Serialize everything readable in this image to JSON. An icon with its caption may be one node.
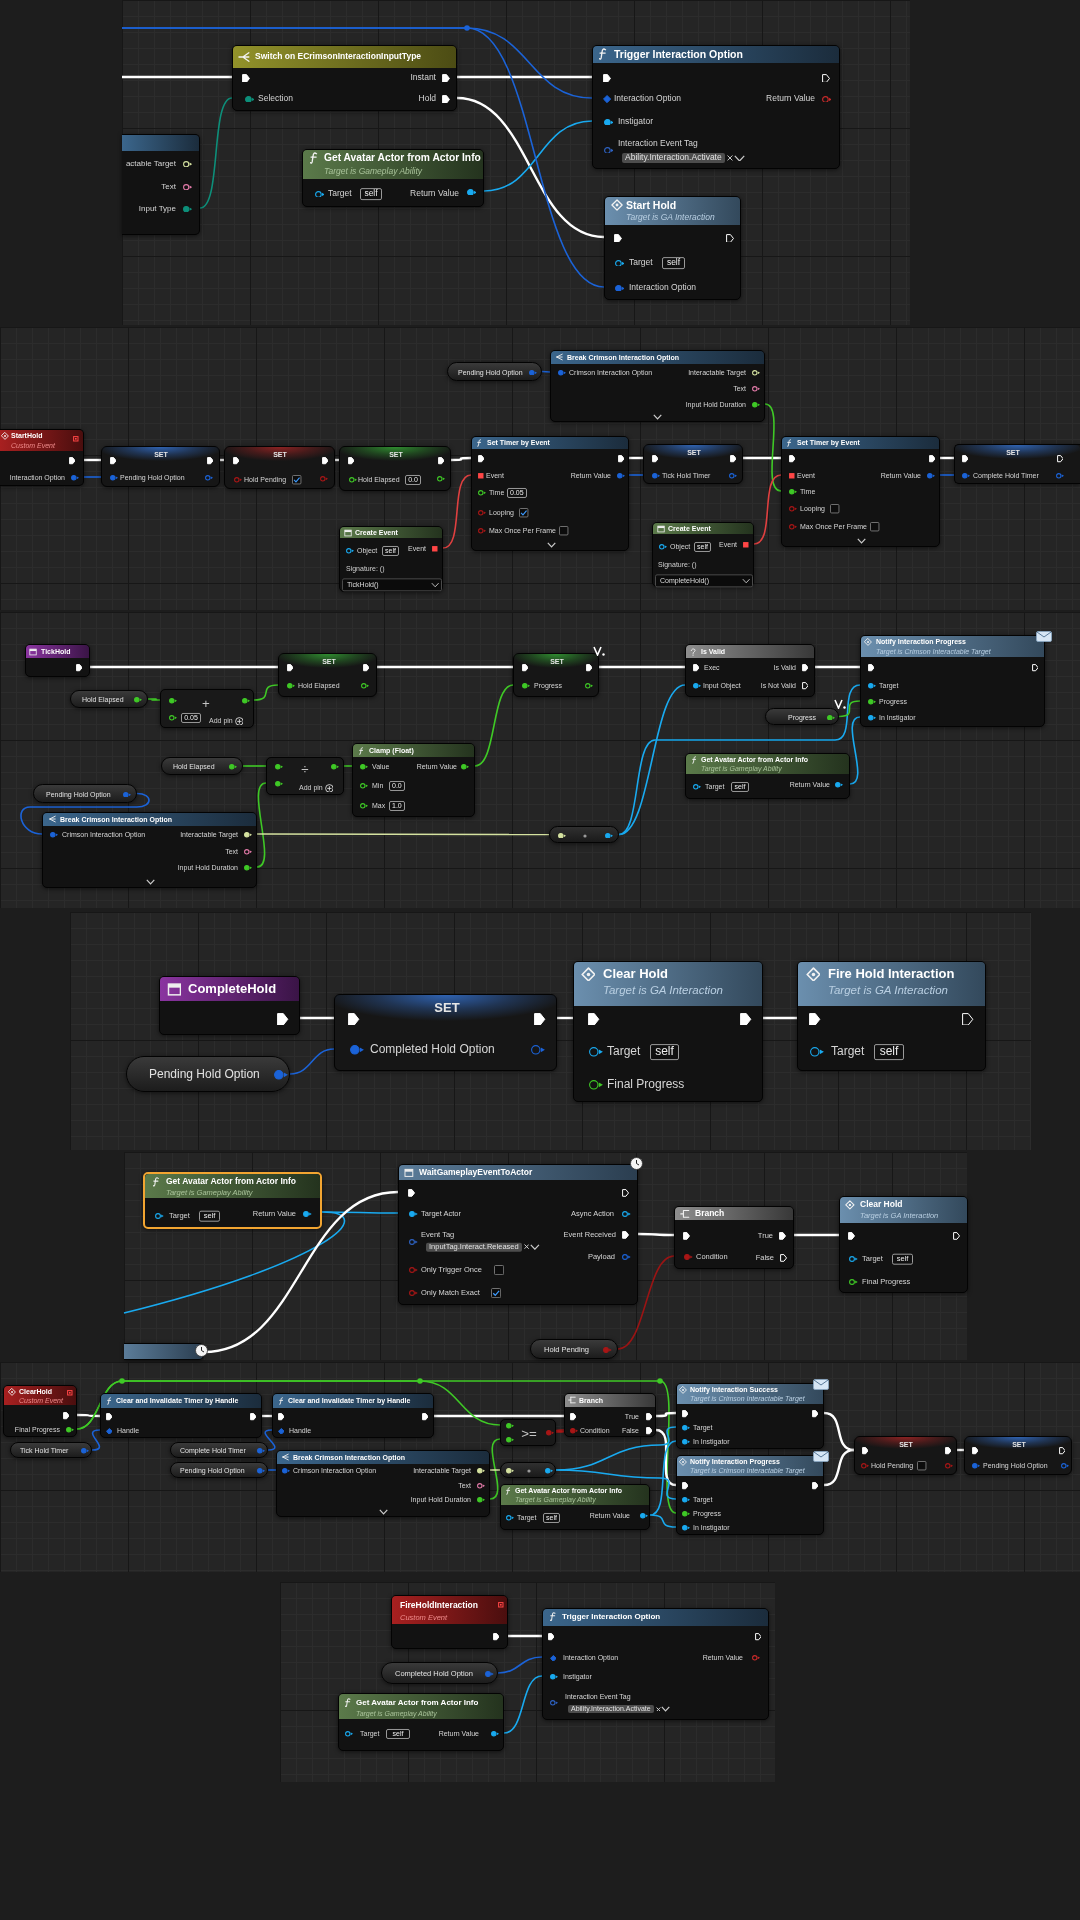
{
  "diagram": {
    "nodes": [
      {
        "text": [
          "Switch on ECrimsonInteractionInputType",
          "Selection",
          "Instant",
          "Hold"
        ]
      },
      {
        "text": [
          "Trigger Interaction Option",
          "Interaction Option",
          "Return Value",
          "Instigator",
          "Interaction Event Tag",
          "Ability.Interaction.Activate"
        ]
      },
      {
        "text": [
          "actable Target",
          "Text",
          "Input Type"
        ]
      },
      {
        "text": [
          "Get Avatar Actor from Actor Info",
          "Target is Gameplay Ability",
          "Target",
          "self",
          "Return Value"
        ]
      },
      {
        "text": [
          "Start Hold",
          "Target is GA Interaction",
          "Target",
          "self",
          "Interaction Option"
        ]
      },
      {
        "text": [
          "Pending Hold Option"
        ]
      },
      {
        "text": [
          "Break Crimson Interaction Option",
          "Crimson Interaction Option",
          "Interactable Target",
          "Text",
          "Input Hold Duration"
        ]
      },
      {
        "text": [
          "StartHold",
          "Custom Event",
          "Interaction Option"
        ]
      },
      {
        "text": [
          "SET",
          "Pending Hold Option"
        ]
      },
      {
        "text": [
          "SET",
          "Hold Pending"
        ]
      },
      {
        "text": [
          "SET",
          "Hold Elapsed",
          "0.0"
        ]
      },
      {
        "text": [
          "Set Timer by Event",
          "Event",
          "Return Value",
          "Time",
          "0.05",
          "Looping",
          "Max Once Per Frame"
        ]
      },
      {
        "text": [
          "SET",
          "Tick Hold Timer"
        ]
      },
      {
        "text": [
          "Set Timer by Event",
          "Event",
          "Return Value",
          "Time",
          "Looping",
          "Max Once Per Frame"
        ]
      },
      {
        "text": [
          "SET",
          "Complete Hold Timer"
        ]
      },
      {
        "text": [
          "Create Event",
          "Object",
          "self",
          "Event",
          "Signature: ()",
          "TickHold()"
        ]
      },
      {
        "text": [
          "Create Event",
          "Object",
          "self",
          "Event",
          "Signature: ()",
          "CompleteHold()"
        ]
      },
      {
        "text": [
          "TickHold"
        ]
      },
      {
        "text": [
          "SET",
          "Hold Elapsed"
        ]
      },
      {
        "text": [
          "SET",
          "Progress"
        ]
      },
      {
        "text": [
          "Is Valid",
          "Exec",
          "Is Valid",
          "Input Object",
          "Is Not Valid"
        ]
      },
      {
        "text": [
          "Notify Interaction Progress",
          "Target is Crimson Interactable Target",
          "Target",
          "Progress",
          "In Instigator"
        ]
      },
      {
        "text": [
          "Hold Elapsed"
        ]
      },
      {
        "text": [
          "+",
          "0.05",
          "Add pin"
        ]
      },
      {
        "text": [
          "Progress"
        ]
      },
      {
        "text": [
          "Hold Elapsed"
        ]
      },
      {
        "text": [
          "÷",
          "Add pin"
        ]
      },
      {
        "text": [
          "Clamp (Float)",
          "Value",
          "Return Value",
          "Min",
          "0.0",
          "Max",
          "1.0"
        ]
      },
      {
        "text": [
          "Get Avatar Actor from Actor Info",
          "Target is Gameplay Ability",
          "Target",
          "self",
          "Return Value"
        ]
      },
      {
        "text": [
          "Pending Hold Option"
        ]
      },
      {
        "text": [
          "Break Crimson Interaction Option",
          "Crimson Interaction Option",
          "Interactable Target",
          "Text",
          "Input Hold Duration"
        ]
      },
      {
        "text": [],
        "shape": "box"
      },
      {
        "text": [
          "CompleteHold"
        ]
      },
      {
        "text": [
          "SET",
          "Completed Hold Option"
        ]
      },
      {
        "text": [
          "Pending Hold Option"
        ]
      },
      {
        "text": [
          "Clear Hold",
          "Target is GA Interaction",
          "Target",
          "self",
          "Final Progress"
        ]
      },
      {
        "text": [
          "Fire Hold Interaction",
          "Target is GA Interaction",
          "Target",
          "self"
        ]
      },
      {
        "text": [
          "Get Avatar Actor from Actor Info",
          "Target is Gameplay Ability",
          "Target",
          "self",
          "Return Value"
        ]
      },
      {
        "text": [
          "WaitGameplayEventToActor",
          "Target Actor",
          "Async Action",
          "Event Tag",
          "InputTag.Interact.Released",
          "Event Received",
          "Payload",
          "Only Trigger Once",
          "Only Match Exact"
        ]
      },
      {
        "text": [
          "Branch",
          "Condition",
          "True",
          "False"
        ]
      },
      {
        "text": [
          "Clear Hold",
          "Target is GA Interaction",
          "Target",
          "self",
          "Final Progress"
        ]
      },
      {
        "text": [],
        "shape": "box"
      },
      {
        "text": [
          "Hold Pending"
        ]
      },
      {
        "text": [
          "ClearHold",
          "Custom Event",
          "Final Progress"
        ]
      },
      {
        "text": [
          "Clear and Invalidate Timer by Handle",
          "Handle"
        ]
      },
      {
        "text": [
          "Clear and Invalidate Timer by Handle",
          "Handle"
        ]
      },
      {
        "text": [
          "Branch",
          "Condition",
          "True",
          "False"
        ]
      },
      {
        "text": [
          "Notify Interaction Success",
          "Target is Crimson Interactable Target",
          "Target",
          "In Instigator"
        ]
      },
      {
        "text": [
          "Tick Hold Timer"
        ]
      },
      {
        "text": [
          "Complete Hold Timer"
        ]
      },
      {
        "text": [
          ">="
        ]
      },
      {
        "text": [
          "Pending Hold Option"
        ]
      },
      {
        "text": [
          "Break Crimson Interaction Option",
          "Crimson Interaction Option",
          "Interactable Target",
          "Text",
          "Input Hold Duration"
        ]
      },
      {
        "text": [],
        "shape": "box"
      },
      {
        "text": [
          "Notify Interaction Progress",
          "Target is Crimson Interactable Target",
          "Target",
          "Progress",
          "In Instigator"
        ]
      },
      {
        "text": [
          "Get Avatar Actor from Actor Info",
          "Target is Gameplay Ability",
          "Target",
          "self",
          "Return Value"
        ]
      },
      {
        "text": [
          "SET",
          "Hold Pending"
        ]
      },
      {
        "text": [
          "SET",
          "Pending Hold Option"
        ]
      },
      {
        "text": [
          "FireHoldInteraction",
          "Custom Event"
        ]
      },
      {
        "text": [
          "Trigger Interaction Option",
          "Interaction Option",
          "Return Value",
          "Instigator",
          "Interaction Event Tag",
          "Ability.Interaction.Activate"
        ]
      },
      {
        "text": [
          "Completed Hold Option"
        ]
      },
      {
        "text": [
          "Get Avatar Actor from Actor Info",
          "Target is Gameplay Ability",
          "Target",
          "self",
          "Return Value"
        ]
      }
    ],
    "edges": [
      {
        "from": null,
        "to": 0,
        "arrow": "none"
      },
      {
        "from": 0,
        "to": 1,
        "arrow": "none"
      },
      {
        "from": 0,
        "to": 4,
        "arrow": "none"
      },
      {
        "from": 2,
        "to": 0,
        "arrow": "none",
        "color": "#0d8f7a"
      },
      {
        "from": 3,
        "to": 1,
        "arrow": "none",
        "color": "#19aaf0"
      },
      {
        "from": null,
        "to": 1,
        "arrow": "none",
        "color": "#1b63d8"
      },
      {
        "from": null,
        "to": 4,
        "arrow": "none",
        "color": "#1b63d8"
      },
      {
        "from": 5,
        "to": 6,
        "arrow": "none",
        "color": "#1b63d8"
      },
      {
        "from": 7,
        "to": 8,
        "arrow": "none"
      },
      {
        "from": 7,
        "to": 8,
        "arrow": "none",
        "color": "#1b63d8"
      },
      {
        "from": 8,
        "to": 9,
        "arrow": "none"
      },
      {
        "from": 9,
        "to": 10,
        "arrow": "none"
      },
      {
        "from": 10,
        "to": 11,
        "arrow": "none"
      },
      {
        "from": 15,
        "to": 11,
        "arrow": "none",
        "color": "#e04040"
      },
      {
        "from": 11,
        "to": 12,
        "arrow": "none"
      },
      {
        "from": 11,
        "to": 12,
        "arrow": "none",
        "color": "#1b63d8"
      },
      {
        "from": 12,
        "to": 13,
        "arrow": "none"
      },
      {
        "from": 6,
        "to": 13,
        "arrow": "none",
        "color": "#3fc926"
      },
      {
        "from": 16,
        "to": 13,
        "arrow": "none",
        "color": "#e04040"
      },
      {
        "from": 13,
        "to": 14,
        "arrow": "none"
      },
      {
        "from": 13,
        "to": 14,
        "arrow": "none",
        "color": "#1b63d8"
      },
      {
        "from": 17,
        "to": 18,
        "arrow": "none"
      },
      {
        "from": 18,
        "to": 19,
        "arrow": "none"
      },
      {
        "from": 19,
        "to": 20,
        "arrow": "none"
      },
      {
        "from": 20,
        "to": 21,
        "arrow": "none"
      },
      {
        "from": 22,
        "to": 23,
        "arrow": "none",
        "color": "#3fc926"
      },
      {
        "from": 23,
        "to": 18,
        "arrow": "none",
        "color": "#3fc926"
      },
      {
        "from": 25,
        "to": 26,
        "arrow": "none",
        "color": "#3fc926"
      },
      {
        "from": 30,
        "to": 26,
        "arrow": "none",
        "color": "#3fc926"
      },
      {
        "from": 26,
        "to": 27,
        "arrow": "none",
        "color": "#3fc926"
      },
      {
        "from": 27,
        "to": 19,
        "arrow": "none",
        "color": "#3fc926"
      },
      {
        "from": 29,
        "to": 30,
        "arrow": "none",
        "color": "#1b63d8"
      },
      {
        "from": 30,
        "to": 31,
        "arrow": "none",
        "color": "#d5e2a0"
      },
      {
        "from": 31,
        "to": 20,
        "arrow": "none",
        "color": "#19aaf0"
      },
      {
        "from": 31,
        "to": 21,
        "arrow": "none",
        "color": "#19aaf0"
      },
      {
        "from": 24,
        "to": 21,
        "arrow": "none",
        "color": "#3fc926"
      },
      {
        "from": 28,
        "to": 21,
        "arrow": "none",
        "color": "#19aaf0"
      },
      {
        "from": 32,
        "to": 33,
        "arrow": "none"
      },
      {
        "from": 34,
        "to": 33,
        "arrow": "none",
        "color": "#1b63d8"
      },
      {
        "from": 33,
        "to": 35,
        "arrow": "none"
      },
      {
        "from": 35,
        "to": 36,
        "arrow": "none"
      },
      {
        "from": 37,
        "to": 38,
        "arrow": "none",
        "color": "#19aaf0"
      },
      {
        "from": 37,
        "to": null,
        "arrow": "none",
        "color": "#19aaf0"
      },
      {
        "from": 41,
        "to": 38,
        "arrow": "none"
      },
      {
        "from": 38,
        "to": 39,
        "arrow": "none"
      },
      {
        "from": 39,
        "to": 40,
        "arrow": "none"
      },
      {
        "from": 42,
        "to": 39,
        "arrow": "none",
        "color": "#9a1414"
      },
      {
        "from": 43,
        "to": 44,
        "arrow": "none"
      },
      {
        "from": 48,
        "to": 44,
        "arrow": "none",
        "color": "#1b63d8"
      },
      {
        "from": 44,
        "to": 45,
        "arrow": "none"
      },
      {
        "from": 49,
        "to": 45,
        "arrow": "none",
        "color": "#1b63d8"
      },
      {
        "from": 45,
        "to": 46,
        "arrow": "none"
      },
      {
        "from": 51,
        "to": 52,
        "arrow": "none",
        "color": "#1b63d8"
      },
      {
        "from": 52,
        "to": 50,
        "arrow": "none",
        "color": "#3fc926"
      },
      {
        "from": 43,
        "to": 50,
        "arrow": "none",
        "color": "#3fc926"
      },
      {
        "from": 43,
        "to": 54,
        "arrow": "none",
        "color": "#3fc926"
      },
      {
        "from": 50,
        "to": 46,
        "arrow": "none",
        "color": "#b01818"
      },
      {
        "from": 46,
        "to": 47,
        "arrow": "none"
      },
      {
        "from": 46,
        "to": 54,
        "arrow": "none"
      },
      {
        "from": 52,
        "to": 53,
        "arrow": "none",
        "color": "#d5e2a0"
      },
      {
        "from": 53,
        "to": 47,
        "arrow": "none",
        "color": "#19aaf0"
      },
      {
        "from": 53,
        "to": 54,
        "arrow": "none",
        "color": "#19aaf0"
      },
      {
        "from": 55,
        "to": 47,
        "arrow": "none",
        "color": "#19aaf0"
      },
      {
        "from": 55,
        "to": 54,
        "arrow": "none",
        "color": "#19aaf0"
      },
      {
        "from": 47,
        "to": 56,
        "arrow": "none"
      },
      {
        "from": 54,
        "to": 56,
        "arrow": "none"
      },
      {
        "from": 56,
        "to": 57,
        "arrow": "none"
      },
      {
        "from": 58,
        "to": 59,
        "arrow": "none"
      },
      {
        "from": 60,
        "to": 59,
        "arrow": "none",
        "color": "#1b63d8"
      },
      {
        "from": 61,
        "to": 59,
        "arrow": "none",
        "color": "#19aaf0"
      }
    ]
  }
}
